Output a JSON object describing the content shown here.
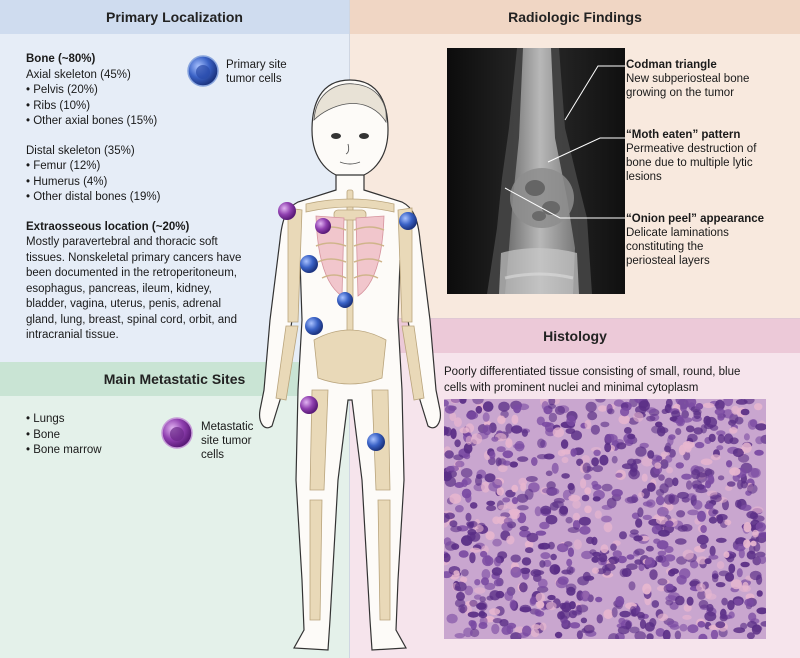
{
  "panels": {
    "primary": {
      "title": "Primary Localization",
      "bone_heading": "Bone (~80%)",
      "axial": "Axial skeleton (45%)",
      "axial_items": [
        "• Pelvis (20%)",
        "• Ribs (10%)",
        "• Other axial bones (15%)"
      ],
      "distal": "Distal skeleton (35%)",
      "distal_items": [
        "• Femur (12%)",
        "• Humerus (4%)",
        "• Other distal bones (19%)"
      ],
      "extra_heading": "Extraosseous location (~20%)",
      "extra_lines": [
        "Mostly paravertebral and thoracic soft",
        "tissues. Nonskeletal primary cancers have",
        "been documented in the retroperitoneum,",
        "esophagus, pancreas, ileum, kidney,",
        "bladder, vagina, uterus, penis, adrenal",
        "gland, lung, breast, spinal cord, orbit, and",
        "intracranial tissue."
      ],
      "legend": [
        "Primary site",
        "tumor cells"
      ],
      "legend_color": "#2f56b8"
    },
    "meta": {
      "title": "Main Metastatic Sites",
      "items": [
        "• Lungs",
        "• Bone",
        "• Bone marrow"
      ],
      "legend": [
        "Metastatic",
        "site tumor",
        "cells"
      ],
      "legend_color": "#8a3aa8"
    },
    "radio": {
      "title": "Radiologic Findings",
      "annotations": [
        {
          "title": "Codman triangle",
          "lines": [
            "New subperiosteal bone",
            "growing on the tumor"
          ]
        },
        {
          "title": "“Moth eaten” pattern",
          "lines": [
            "Permeative destruction of",
            "bone due to multiple lytic",
            "lesions"
          ]
        },
        {
          "title": "“Onion peel” appearance",
          "lines": [
            "Delicate laminations",
            "constituting the",
            "periosteal layers"
          ]
        }
      ]
    },
    "histo": {
      "title": "Histology",
      "caption_lines": [
        "Poorly differentiated tissue consisting of small, round, blue",
        "cells with prominent nuclei and minimal cytoplasm"
      ]
    }
  }
}
